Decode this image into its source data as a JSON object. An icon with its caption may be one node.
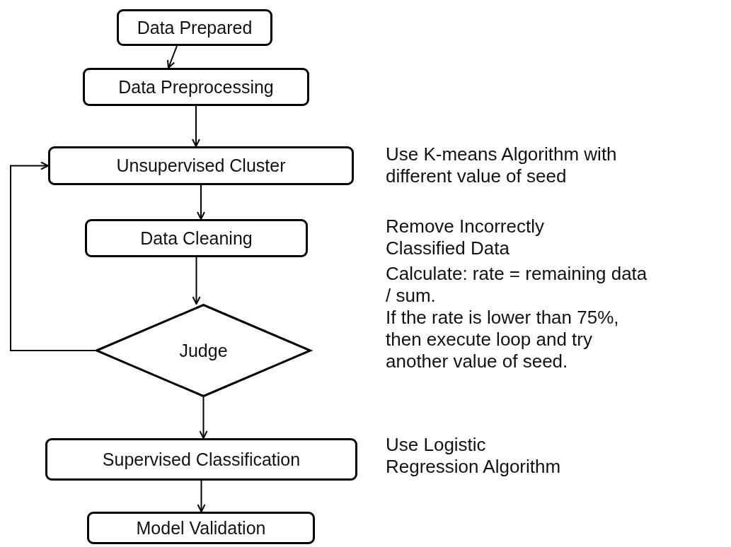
{
  "diagram": {
    "nodes": [
      {
        "text": [
          "Data Prepared"
        ]
      },
      {
        "text": [
          "Data Preprocessing"
        ]
      },
      {
        "text": [
          "Unsupervised Cluster"
        ]
      },
      {
        "text": [
          "Data Cleaning"
        ]
      },
      {
        "text": [
          "Judge"
        ]
      },
      {
        "text": [
          "Supervised Classification"
        ]
      },
      {
        "text": [
          "Model Validation"
        ]
      }
    ],
    "edges": [
      {
        "from": 0,
        "to": 1,
        "arrow": "to"
      },
      {
        "from": 1,
        "to": 2,
        "arrow": "to"
      },
      {
        "from": 2,
        "to": 3,
        "arrow": "to"
      },
      {
        "from": 3,
        "to": 4,
        "arrow": "to"
      },
      {
        "from": 4,
        "to": 2,
        "arrow": "to"
      },
      {
        "from": 4,
        "to": 5,
        "arrow": "to"
      },
      {
        "from": 5,
        "to": 6,
        "arrow": "to"
      }
    ],
    "labels": [
      "Use K-means Algorithm with different value of seed",
      "Remove Incorrectly Classified Data",
      "Calculate: rate = remaining data / sum.",
      "If the rate is lower than 75%, then execute loop and try another value of seed.",
      "Use Logistic Regression Algorithm"
    ]
  }
}
